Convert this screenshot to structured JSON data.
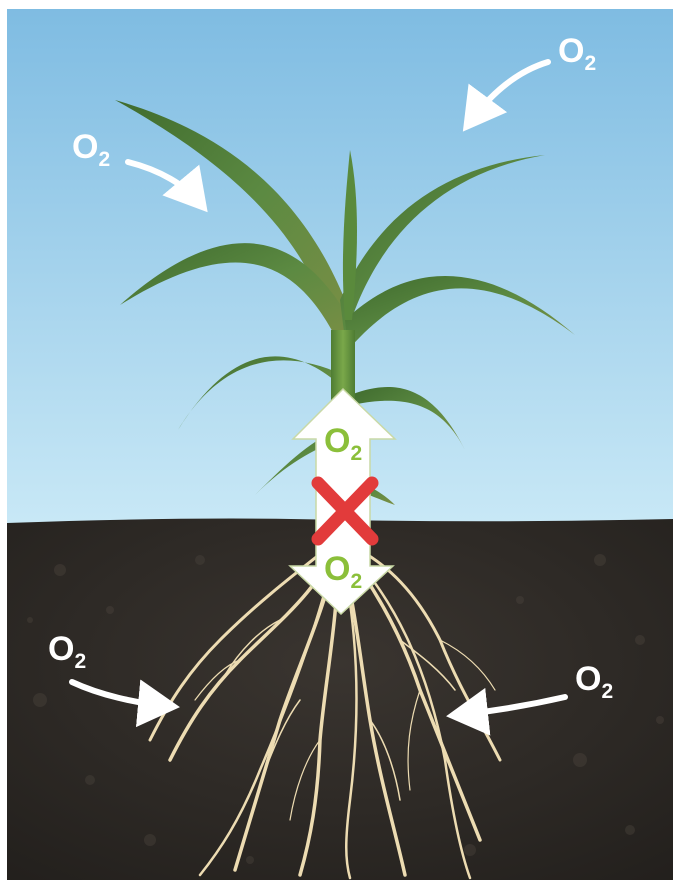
{
  "labels": {
    "o2_top_right": {
      "main": "O",
      "sub": "2"
    },
    "o2_top_left": {
      "main": "O",
      "sub": "2"
    },
    "o2_bottom_left": {
      "main": "O",
      "sub": "2"
    },
    "o2_bottom_right": {
      "main": "O",
      "sub": "2"
    },
    "o2_arrow_up": {
      "main": "O",
      "sub": "2"
    },
    "o2_arrow_down": {
      "main": "O",
      "sub": "2"
    }
  },
  "colors": {
    "sky_top": "#82bfe3",
    "sky_bottom": "#c5e7f6",
    "soil": "#2e2a26",
    "leaf": "#4f7a3a",
    "root": "#eddcb2",
    "label_white": "#ffffff",
    "label_green": "#8bbf3a",
    "blocked_x": "#e23b3b"
  },
  "icons": {
    "blocked": "x-mark-icon",
    "double_arrow": "up-down-arrow-icon"
  }
}
